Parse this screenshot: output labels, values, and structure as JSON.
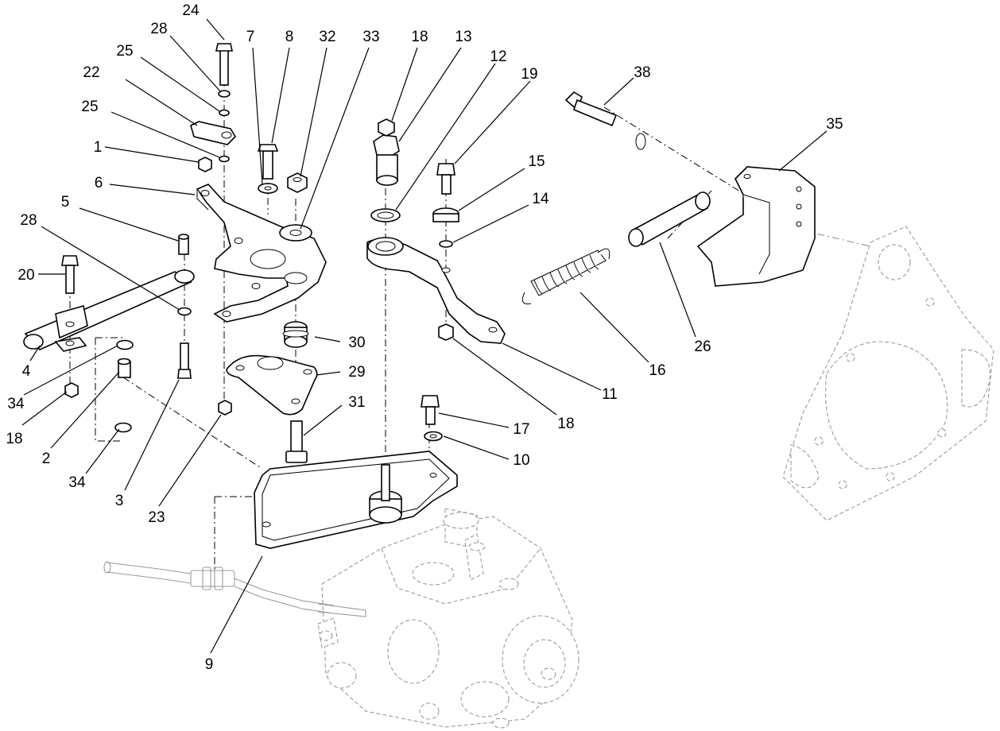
{
  "diagram": {
    "callouts": [
      {
        "id": "c24",
        "label": "24"
      },
      {
        "id": "c28a",
        "label": "28"
      },
      {
        "id": "c25a",
        "label": "25"
      },
      {
        "id": "c22",
        "label": "22"
      },
      {
        "id": "c25b",
        "label": "25"
      },
      {
        "id": "c1",
        "label": "1"
      },
      {
        "id": "c6",
        "label": "6"
      },
      {
        "id": "c5",
        "label": "5"
      },
      {
        "id": "c28b",
        "label": "28"
      },
      {
        "id": "c20",
        "label": "20"
      },
      {
        "id": "c4",
        "label": "4"
      },
      {
        "id": "c34a",
        "label": "34"
      },
      {
        "id": "c18a",
        "label": "18"
      },
      {
        "id": "c2",
        "label": "2"
      },
      {
        "id": "c34b",
        "label": "34"
      },
      {
        "id": "c3",
        "label": "3"
      },
      {
        "id": "c23",
        "label": "23"
      },
      {
        "id": "c7",
        "label": "7"
      },
      {
        "id": "c8",
        "label": "8"
      },
      {
        "id": "c32",
        "label": "32"
      },
      {
        "id": "c33",
        "label": "33"
      },
      {
        "id": "c18b",
        "label": "18"
      },
      {
        "id": "c13",
        "label": "13"
      },
      {
        "id": "c12",
        "label": "12"
      },
      {
        "id": "c19",
        "label": "19"
      },
      {
        "id": "c15",
        "label": "15"
      },
      {
        "id": "c14",
        "label": "14"
      },
      {
        "id": "c30",
        "label": "30"
      },
      {
        "id": "c29",
        "label": "29"
      },
      {
        "id": "c31",
        "label": "31"
      },
      {
        "id": "c17",
        "label": "17"
      },
      {
        "id": "c10",
        "label": "10"
      },
      {
        "id": "c9",
        "label": "9"
      },
      {
        "id": "c18c",
        "label": "18"
      },
      {
        "id": "c11",
        "label": "11"
      },
      {
        "id": "c16",
        "label": "16"
      },
      {
        "id": "c26",
        "label": "26"
      },
      {
        "id": "c35",
        "label": "35"
      },
      {
        "id": "c38",
        "label": "38"
      }
    ]
  }
}
